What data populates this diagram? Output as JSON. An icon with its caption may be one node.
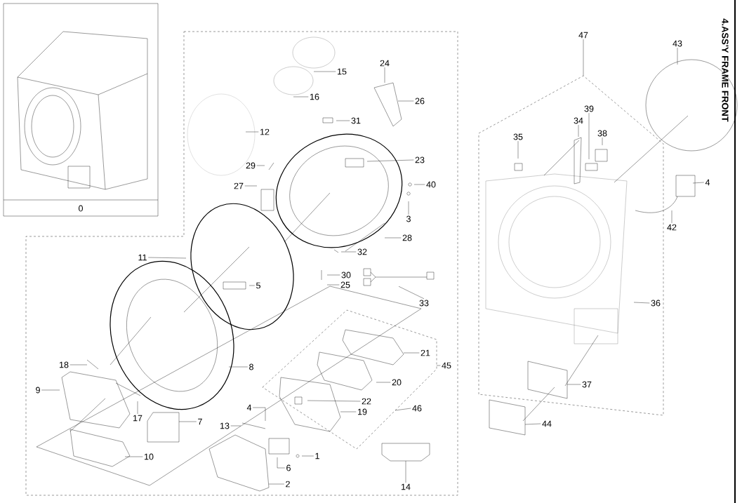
{
  "diagram": {
    "title": "4.ASS'Y FRAME FRONT",
    "nodes": [
      {
        "text": [
          "15"
        ]
      },
      {
        "text": [
          "16"
        ]
      },
      {
        "text": [
          "24"
        ]
      },
      {
        "text": [
          "26"
        ]
      },
      {
        "text": [
          "31"
        ]
      },
      {
        "text": [
          "12"
        ]
      },
      {
        "text": [
          "29"
        ]
      },
      {
        "text": [
          "23"
        ]
      },
      {
        "text": [
          "40"
        ]
      },
      {
        "text": [
          "27"
        ]
      },
      {
        "text": [
          "3"
        ]
      },
      {
        "text": [
          "28"
        ]
      },
      {
        "text": [
          "11"
        ]
      },
      {
        "text": [
          "32"
        ]
      },
      {
        "text": [
          "30"
        ]
      },
      {
        "text": [
          "25"
        ]
      },
      {
        "text": [
          "5"
        ]
      },
      {
        "text": [
          "33"
        ]
      },
      {
        "text": [
          "21"
        ]
      },
      {
        "text": [
          "8"
        ]
      },
      {
        "text": [
          "18"
        ]
      },
      {
        "text": [
          "20"
        ]
      },
      {
        "text": [
          "9"
        ]
      },
      {
        "text": [
          "22"
        ]
      },
      {
        "text": [
          "17"
        ]
      },
      {
        "text": [
          "4"
        ]
      },
      {
        "text": [
          "19"
        ]
      },
      {
        "text": [
          "7"
        ]
      },
      {
        "text": [
          "46"
        ]
      },
      {
        "text": [
          "45"
        ]
      },
      {
        "text": [
          "13"
        ]
      },
      {
        "text": [
          "1"
        ]
      },
      {
        "text": [
          "6"
        ]
      },
      {
        "text": [
          "10"
        ]
      },
      {
        "text": [
          "2"
        ]
      },
      {
        "text": [
          "14"
        ]
      },
      {
        "text": [
          "47"
        ]
      },
      {
        "text": [
          "43"
        ]
      },
      {
        "text": [
          "35"
        ]
      },
      {
        "text": [
          "34"
        ]
      },
      {
        "text": [
          "39"
        ]
      },
      {
        "text": [
          "38"
        ]
      },
      {
        "text": [
          "4"
        ]
      },
      {
        "text": [
          "42"
        ]
      },
      {
        "text": [
          "36"
        ]
      },
      {
        "text": [
          "37"
        ]
      },
      {
        "text": [
          "44"
        ]
      },
      {
        "text": [],
        "shape": "picture"
      }
    ],
    "edges": [
      {
        "from": 0,
        "to": null,
        "arrow": "none"
      },
      {
        "from": 1,
        "to": null,
        "arrow": "none"
      },
      {
        "from": 2,
        "to": null,
        "arrow": "none"
      },
      {
        "from": 3,
        "to": null,
        "arrow": "none"
      },
      {
        "from": 4,
        "to": null,
        "arrow": "none"
      },
      {
        "from": 5,
        "to": null,
        "arrow": "none"
      },
      {
        "from": 6,
        "to": null,
        "arrow": "none"
      },
      {
        "from": 7,
        "to": null,
        "arrow": "none"
      },
      {
        "from": 8,
        "to": null,
        "arrow": "none"
      },
      {
        "from": 9,
        "to": null,
        "arrow": "none"
      },
      {
        "from": 10,
        "to": null,
        "arrow": "none"
      },
      {
        "from": 11,
        "to": null,
        "arrow": "none"
      },
      {
        "from": 12,
        "to": null,
        "arrow": "none"
      },
      {
        "from": 13,
        "to": null,
        "arrow": "none"
      },
      {
        "from": 14,
        "to": null,
        "arrow": "none"
      },
      {
        "from": 15,
        "to": null,
        "arrow": "none"
      },
      {
        "from": 16,
        "to": null,
        "arrow": "none"
      },
      {
        "from": 17,
        "to": 47,
        "arrow": "none"
      },
      {
        "from": 18,
        "to": null,
        "arrow": "none"
      },
      {
        "from": 19,
        "to": null,
        "arrow": "none"
      },
      {
        "from": 20,
        "to": null,
        "arrow": "none"
      },
      {
        "from": 21,
        "to": null,
        "arrow": "none"
      },
      {
        "from": 22,
        "to": null,
        "arrow": "none"
      },
      {
        "from": 23,
        "to": null,
        "arrow": "none"
      },
      {
        "from": 24,
        "to": null,
        "arrow": "none"
      },
      {
        "from": 25,
        "to": null,
        "arrow": "none"
      },
      {
        "from": 26,
        "to": null,
        "arrow": "none"
      },
      {
        "from": 27,
        "to": null,
        "arrow": "none"
      },
      {
        "from": 28,
        "to": null,
        "arrow": "none"
      },
      {
        "from": 29,
        "to": null,
        "arrow": "none"
      },
      {
        "from": 30,
        "to": null,
        "arrow": "none"
      },
      {
        "from": 31,
        "to": null,
        "arrow": "none"
      },
      {
        "from": 32,
        "to": null,
        "arrow": "none"
      },
      {
        "from": 33,
        "to": null,
        "arrow": "none"
      },
      {
        "from": 34,
        "to": null,
        "arrow": "none"
      },
      {
        "from": 35,
        "to": null,
        "arrow": "none"
      },
      {
        "from": 36,
        "to": null,
        "arrow": "none"
      },
      {
        "from": 37,
        "to": null,
        "arrow": "none"
      },
      {
        "from": 38,
        "to": null,
        "arrow": "none"
      },
      {
        "from": 39,
        "to": null,
        "arrow": "none"
      },
      {
        "from": 40,
        "to": null,
        "arrow": "none"
      },
      {
        "from": 41,
        "to": null,
        "arrow": "none"
      },
      {
        "from": 42,
        "to": null,
        "arrow": "none"
      },
      {
        "from": 43,
        "to": null,
        "arrow": "none"
      },
      {
        "from": 44,
        "to": null,
        "arrow": "none"
      },
      {
        "from": 45,
        "to": null,
        "arrow": "none"
      },
      {
        "from": 46,
        "to": null,
        "arrow": "none"
      }
    ],
    "labels": [
      "0"
    ]
  }
}
